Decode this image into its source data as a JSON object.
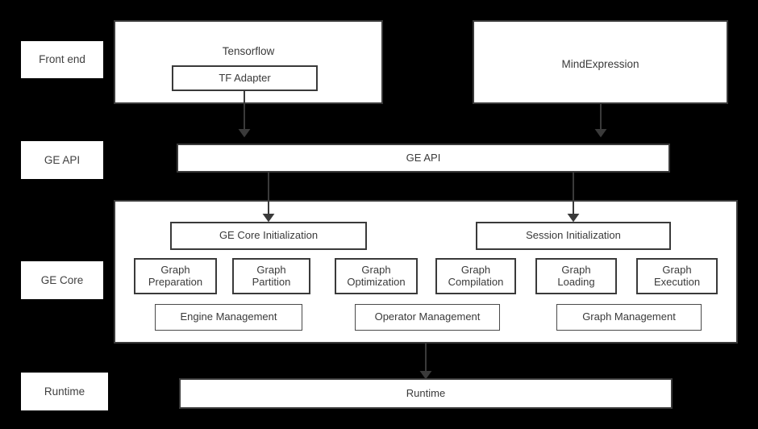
{
  "diagram": {
    "background_color": "#000000",
    "node_fill": "#ffffff",
    "node_stroke": "#3a3a3a",
    "text_color": "#3a3a3a"
  },
  "layer_labels": [
    {
      "id": "front-end",
      "text": "Front end"
    },
    {
      "id": "ge-api",
      "text": "GE API"
    },
    {
      "id": "ge-core",
      "text": "GE Core"
    },
    {
      "id": "runtime",
      "text": "Runtime"
    }
  ],
  "frontend": {
    "tensorflow": {
      "title": "Tensorflow",
      "adapter": "TF Adapter"
    },
    "mindexpression": {
      "title": "MindExpression"
    }
  },
  "ge_api_bar": {
    "label": "GE API"
  },
  "ge_core": {
    "init_boxes": [
      {
        "id": "ge-core-initialization",
        "label": "GE Core Initialization"
      },
      {
        "id": "session-initialization",
        "label": "Session Initialization"
      }
    ],
    "graph_boxes": [
      {
        "id": "graph-preparation",
        "label": "Graph\nPreparation"
      },
      {
        "id": "graph-partition",
        "label": "Graph\nPartition"
      },
      {
        "id": "graph-optimization",
        "label": "Graph\nOptimization"
      },
      {
        "id": "graph-compilation",
        "label": "Graph\nCompilation"
      },
      {
        "id": "graph-loading",
        "label": "Graph\nLoading"
      },
      {
        "id": "graph-execution",
        "label": "Graph\nExecution"
      }
    ],
    "management_boxes": [
      {
        "id": "engine-management",
        "label": "Engine Management"
      },
      {
        "id": "operator-management",
        "label": "Operator Management"
      },
      {
        "id": "graph-management",
        "label": "Graph Management"
      }
    ]
  },
  "runtime_bar": {
    "label": "Runtime"
  },
  "connectors": [
    {
      "id": "tf-adapter-to-ge-api",
      "from": "TF Adapter",
      "to": "GE API"
    },
    {
      "id": "mindexpression-to-ge-api",
      "from": "MindExpression",
      "to": "GE API"
    },
    {
      "id": "ge-api-to-ge-core-initialization",
      "from": "GE API",
      "to": "GE Core Initialization"
    },
    {
      "id": "ge-api-to-session-initialization",
      "from": "GE API",
      "to": "Session Initialization"
    },
    {
      "id": "ge-core-to-runtime",
      "from": "GE Core",
      "to": "Runtime"
    }
  ]
}
